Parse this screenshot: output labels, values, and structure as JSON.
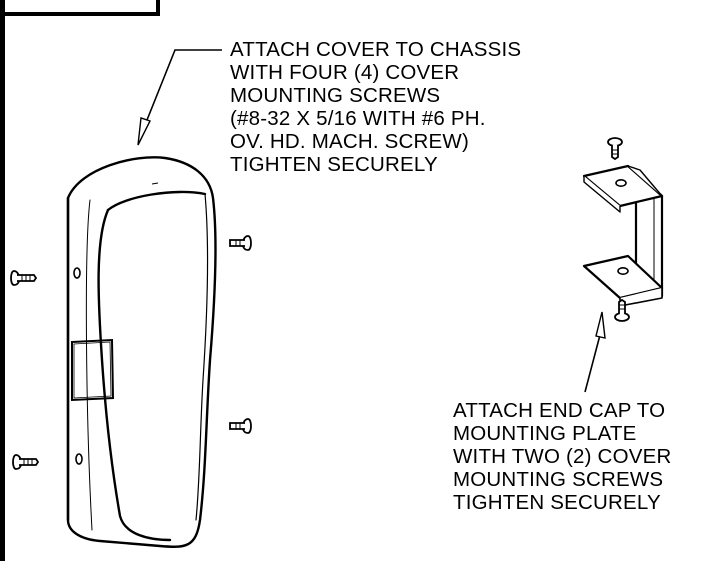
{
  "callouts": {
    "cover": {
      "lines": [
        "ATTACH COVER TO CHASSIS",
        "WITH FOUR (4) COVER",
        "MOUNTING SCREWS",
        "(#8-32 X 5/16 WITH #6 PH.",
        "OV. HD. MACH. SCREW)",
        "TIGHTEN SECURELY"
      ]
    },
    "endcap": {
      "lines": [
        "ATTACH END CAP TO",
        "MOUNTING PLATE",
        "WITH TWO (2) COVER",
        "MOUNTING SCREWS",
        "TIGHTEN SECURELY"
      ]
    }
  },
  "colors": {
    "ink": "#000000",
    "paper": "#ffffff"
  }
}
